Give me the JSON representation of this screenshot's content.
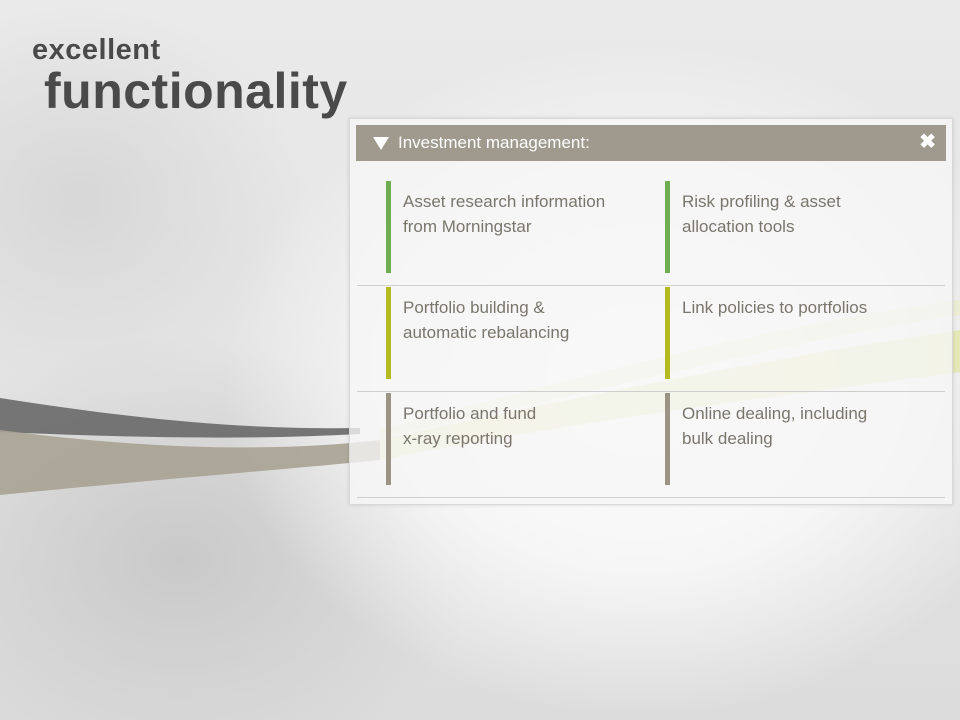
{
  "title": {
    "line1": "excellent",
    "line2": "functionality"
  },
  "panel": {
    "header": "Investment management:",
    "close_icon": "close-icon",
    "expand_icon": "triangle-down-icon",
    "rows": [
      {
        "color": "#6fae50",
        "cells": [
          "Asset research information\nfrom Morningstar",
          "Risk profiling & asset\nallocation tools"
        ]
      },
      {
        "color": "#b3bb1e",
        "cells": [
          "Portfolio building &\nautomatic rebalancing",
          "Link policies to portfolios"
        ]
      },
      {
        "color": "#9b9384",
        "cells": [
          "Portfolio and fund\nx-ray reporting",
          "Online dealing, including\nbulk dealing"
        ]
      }
    ]
  },
  "colors": {
    "header_bg": "#a09a8e",
    "text": "#7a766d",
    "title": "#4a4a4a"
  }
}
